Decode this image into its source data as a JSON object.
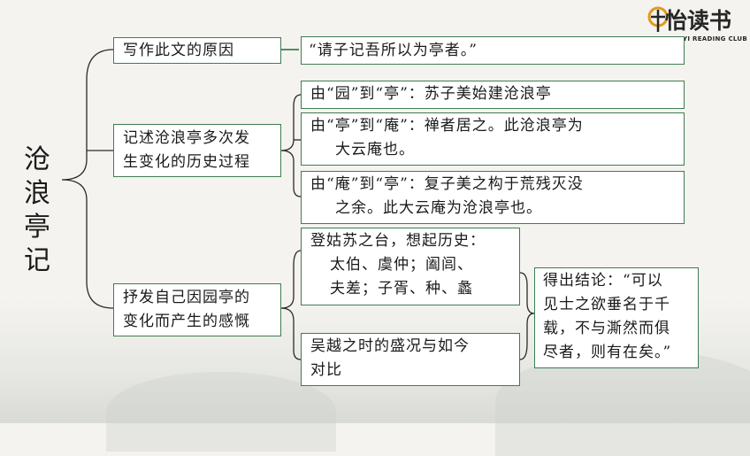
{
  "logo": {
    "name": "怡读书",
    "tagline": "YI READING CLUB"
  },
  "root": {
    "chars": [
      "沧",
      "浪",
      "亭",
      "记"
    ]
  },
  "branches": {
    "reason": {
      "label": "写作此文的原因",
      "detail": "“请子记吾所以为亭者。”"
    },
    "history": {
      "label_lines": [
        "记述沧浪亭多次发",
        "生变化的历史过程"
      ],
      "items": [
        {
          "line1": "由“园”到“亭”：苏子美始建沧浪亭",
          "line2": ""
        },
        {
          "line1": "由“亭”到“庵”：禅者居之。此沧浪亭为",
          "line2": "大云庵也。"
        },
        {
          "line1": "由“庵”到“亭”：复子美之构于荒残灭没",
          "line2": "之余。此大云庵为沧浪亭也。"
        }
      ]
    },
    "feeling": {
      "label_lines": [
        "抒发自己因园亭的",
        "变化而产生的感慨"
      ],
      "sub1_lines": [
        "登姑苏之台，想起历史：",
        "太伯、虞仲；阖闾、",
        "夫差；子胥、种、蠡"
      ],
      "sub2_lines": [
        "吴越之时的盛况与如今",
        "对比"
      ],
      "conclusion_lines": [
        "得出结论：“可以",
        "见士之欲垂名于千",
        "载，不与澌然而俱",
        "尽者，则有在矣。”"
      ]
    }
  },
  "colors": {
    "border": "#3f7c52",
    "connector": "#2b2b2b",
    "logo_accent": "#e39a1c"
  }
}
